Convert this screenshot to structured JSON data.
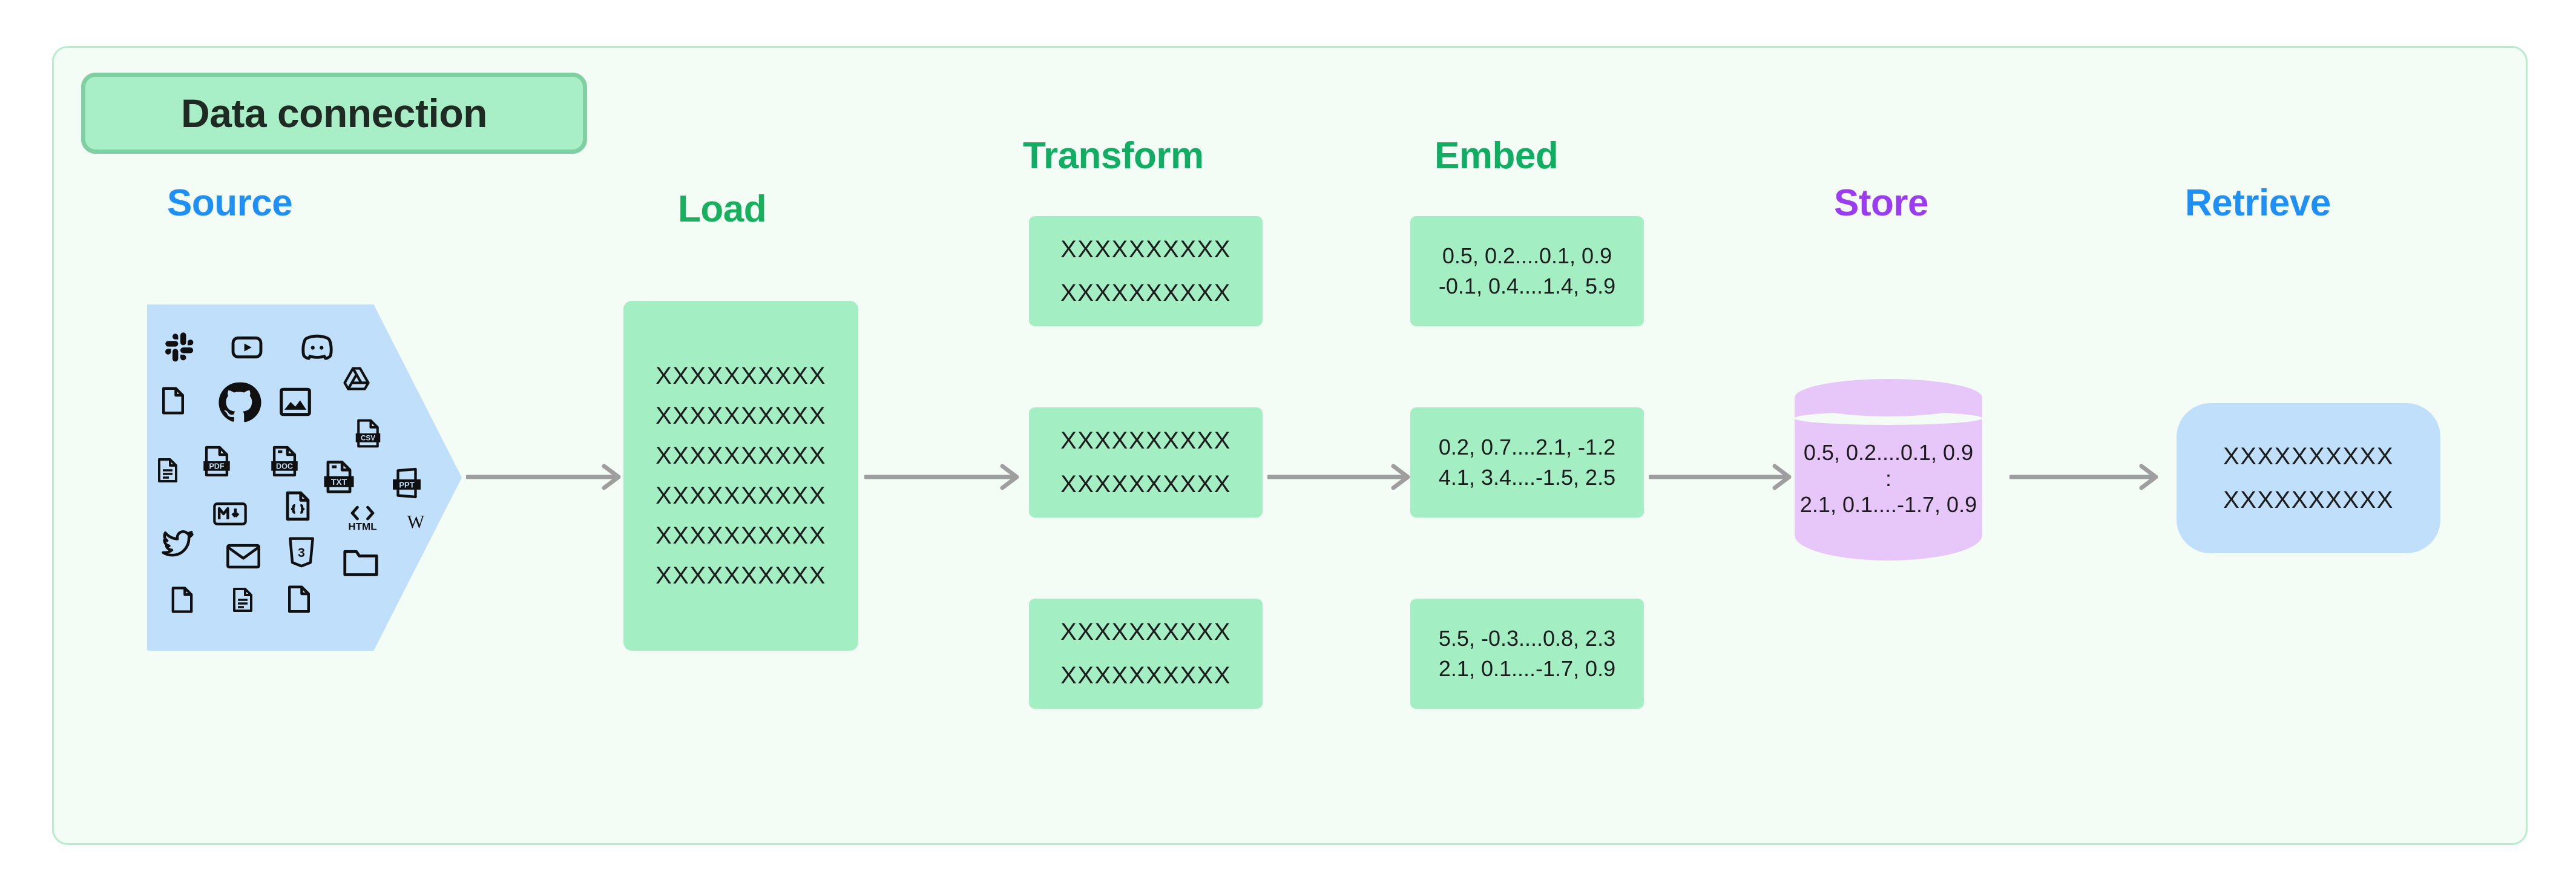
{
  "diagram": {
    "title": "Data connection",
    "background_color": "#f4fcf6",
    "frame_border_color": "#b9ecce"
  },
  "stages": [
    {
      "id": "source",
      "label": "Source",
      "color": "#1e90f5"
    },
    {
      "id": "load",
      "label": "Load",
      "color": "#18b05f"
    },
    {
      "id": "transform",
      "label": "Transform",
      "color": "#11ad63"
    },
    {
      "id": "embed",
      "label": "Embed",
      "color": "#11ad63"
    },
    {
      "id": "store",
      "label": "Store",
      "color": "#9a3cf2"
    },
    {
      "id": "retrieve",
      "label": "Retrieve",
      "color": "#1e90f5"
    }
  ],
  "source": {
    "shape_color": "#bfdffa",
    "icons": [
      "slack-icon",
      "youtube-icon",
      "discord-icon",
      "file-icon",
      "github-icon",
      "image-icon",
      "google-drive-icon",
      "csv-file-icon",
      "document-lines-icon",
      "pdf-file-icon",
      "doc-file-icon",
      "txt-file-icon",
      "ppt-file-icon",
      "markdown-icon",
      "json-file-icon",
      "html-icon",
      "wikipedia-icon",
      "twitter-icon",
      "email-icon",
      "css3-icon",
      "folder-icon",
      "file-blank-icon",
      "file-text-icon",
      "file-plain-icon"
    ]
  },
  "load": {
    "box_color": "#a4eec3",
    "lines": [
      "XXXXXXXXXX",
      "XXXXXXXXXX",
      "XXXXXXXXXX",
      "XXXXXXXXXX",
      "XXXXXXXXXX",
      "XXXXXXXXXX"
    ]
  },
  "transform": {
    "box_color": "#a4eec3",
    "boxes": [
      {
        "lines": [
          "XXXXXXXXXX",
          "XXXXXXXXXX"
        ]
      },
      {
        "lines": [
          "XXXXXXXXXX",
          "XXXXXXXXXX"
        ]
      },
      {
        "lines": [
          "XXXXXXXXXX",
          "XXXXXXXXXX"
        ]
      }
    ]
  },
  "embed": {
    "box_color": "#a4eec3",
    "boxes": [
      {
        "lines": [
          "0.5, 0.2....0.1, 0.9",
          "-0.1, 0.4....1.4, 5.9"
        ]
      },
      {
        "lines": [
          "0.2, 0.7....2.1, -1.2",
          "4.1, 3.4....-1.5, 2.5"
        ]
      },
      {
        "lines": [
          "5.5, -0.3....0.8, 2.3",
          "2.1, 0.1....-1.7, 0.9"
        ]
      }
    ]
  },
  "store": {
    "cylinder_color": "#e7c7f9",
    "lines": [
      "0.5, 0.2....0.1, 0.9",
      ":",
      "2.1, 0.1....-1.7, 0.9"
    ]
  },
  "retrieve": {
    "box_color": "#bfdffa",
    "lines": [
      "XXXXXXXXXX",
      "XXXXXXXXXX"
    ]
  },
  "arrows": {
    "color": "#9e9e9e",
    "count": 5
  }
}
